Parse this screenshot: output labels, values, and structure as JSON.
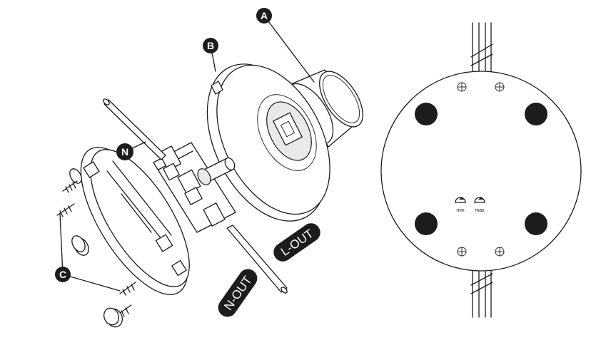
{
  "callouts": {
    "a": "A",
    "b": "B",
    "c": "C",
    "n": "N"
  },
  "wire_labels": {
    "l_out": "L-OUT",
    "n_out": "N-OUT"
  },
  "trim_labels": {
    "min": "min",
    "max": "max"
  }
}
